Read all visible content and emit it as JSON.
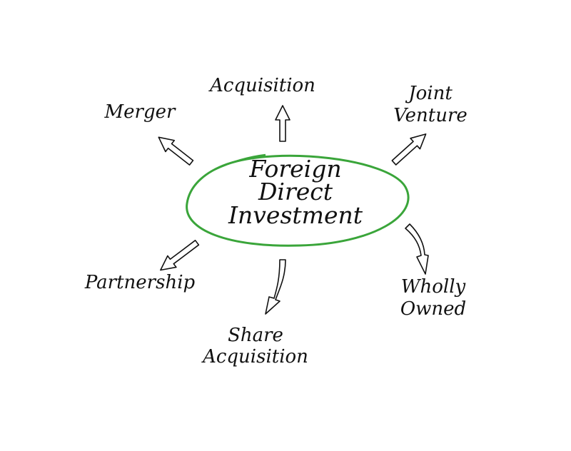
{
  "diagram": {
    "center": {
      "lines": [
        "Foreign",
        "Direct",
        "Investment"
      ]
    },
    "nodes": [
      {
        "id": "acquisition",
        "lines": [
          "Acquisition"
        ]
      },
      {
        "id": "merger",
        "lines": [
          "Merger"
        ]
      },
      {
        "id": "joint-venture",
        "lines": [
          "Joint",
          "Venture"
        ]
      },
      {
        "id": "partnership",
        "lines": [
          "Partnership"
        ]
      },
      {
        "id": "share-acquisition",
        "lines": [
          "Share",
          "Acquisition"
        ]
      },
      {
        "id": "wholly-owned",
        "lines": [
          "Wholly",
          "Owned"
        ]
      }
    ],
    "colors": {
      "ellipse": "#3aa53a",
      "ink": "#111111",
      "background": "#ffffff"
    }
  }
}
